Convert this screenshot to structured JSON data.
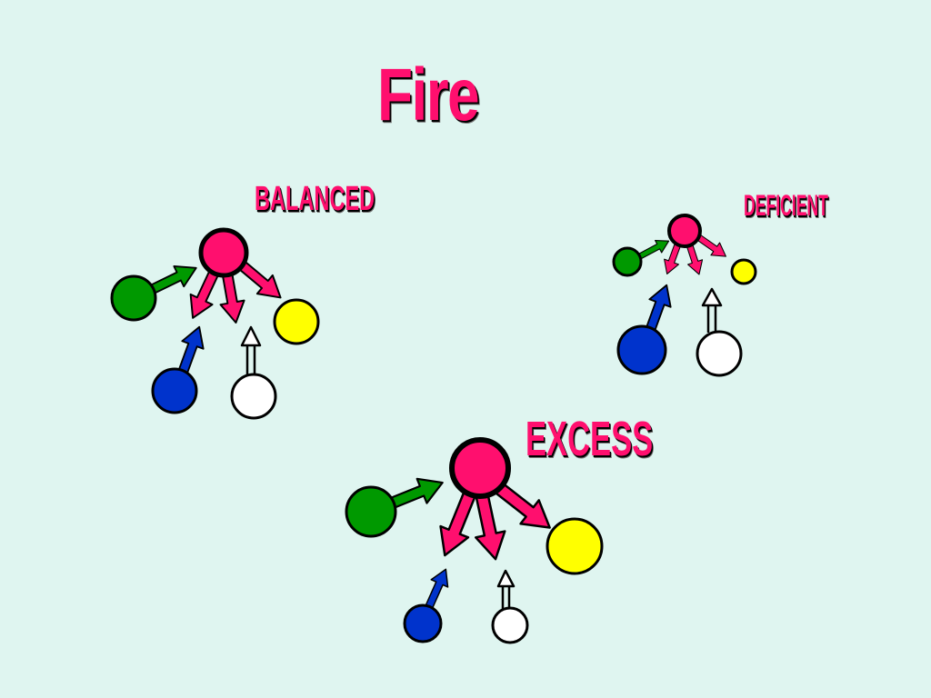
{
  "title": "Fire",
  "states": {
    "balanced": {
      "label": "BALANCED"
    },
    "deficient": {
      "label": "DEFICIENT"
    },
    "excess": {
      "label": "EXCESS"
    }
  },
  "colors": {
    "background": "#dff5f0",
    "fire": "#ff0f6e",
    "wood": "#009900",
    "water": "#0033cc",
    "earth": "#ffff00",
    "metal": "#ffffff",
    "outline": "#000000"
  }
}
